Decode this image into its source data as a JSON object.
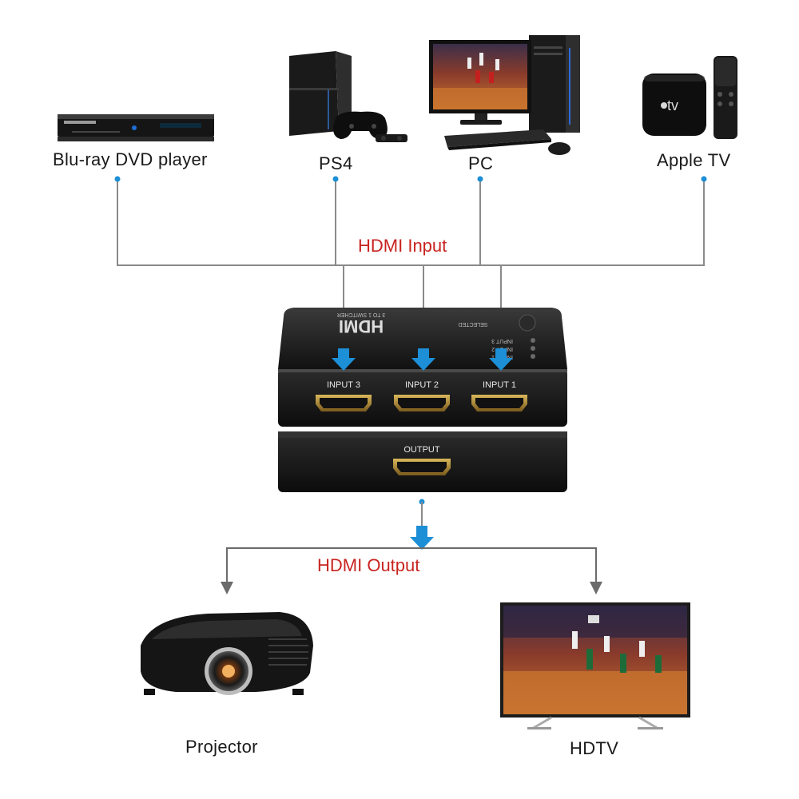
{
  "devices": {
    "bluray": "Blu-ray DVD player",
    "ps4": "PS4",
    "pc": "PC",
    "apple_tv": "Apple TV",
    "projector": "Projector",
    "hdtv": "HDTV"
  },
  "flow": {
    "input_label": "HDMI Input",
    "output_label": "HDMI Output"
  },
  "switcher": {
    "brand": "HDMI",
    "model": "3 TO 1 SWITCHER",
    "selected": "SELECTED",
    "leds": [
      "INPUT 3",
      "INPUT 2",
      "INPUT 1"
    ],
    "ports": [
      "INPUT 3",
      "INPUT 2",
      "INPUT 1"
    ],
    "output_port": "OUTPUT"
  },
  "apple_tv_logo": "tv",
  "colors": {
    "connector": "#8a8a8a",
    "dot": "#1c8fd6",
    "arrow": "#1c8fd6",
    "output_arrow": "#6b6b6b",
    "accent_text": "#c8241f",
    "device_body": "#1b1b1b"
  }
}
